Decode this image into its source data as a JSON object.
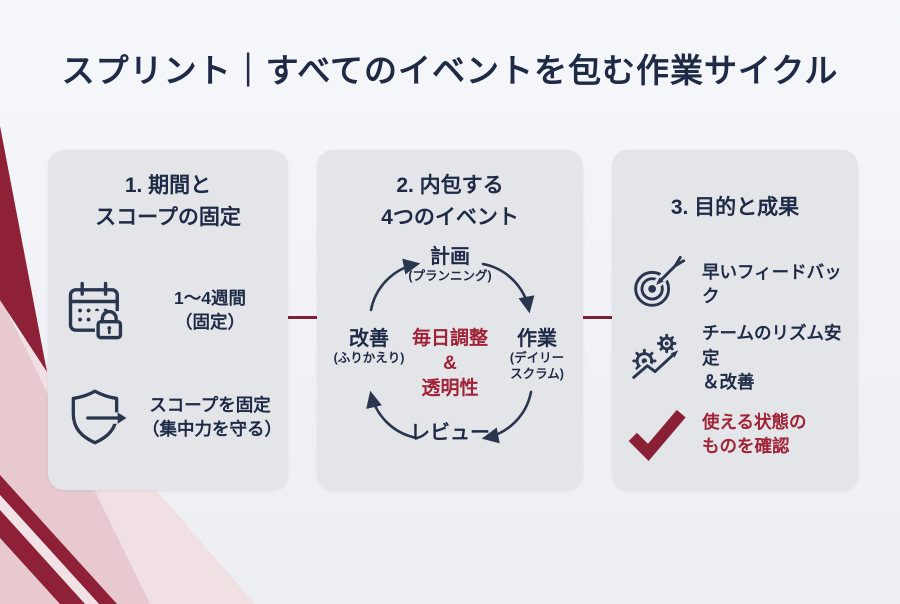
{
  "page": {
    "title": "スプリント｜すべてのイベントを包む作業サイクル"
  },
  "colors": {
    "navy_text": "#1E2A46",
    "maroon_decoration": "#8E2137",
    "accent_red": "#A02337",
    "panel_bg": "#E3E5E9",
    "page_bg": "#F2F4F7",
    "connector_red": "#7E2135"
  },
  "panels": [
    {
      "title_line1": "1. 期間と",
      "title_line2": "スコープの固定",
      "items": [
        {
          "icon": "calendar-lock-icon",
          "line1": "1～4週間",
          "line2": "（固定）"
        },
        {
          "icon": "shield-arrow-icon",
          "line1": "スコープを固定",
          "line2": "（集中力を守る）"
        }
      ]
    },
    {
      "title_line1": "2. 内包する",
      "title_line2": "4つのイベント",
      "cycle": {
        "top_label": "計画",
        "top_sub": "(プランニング)",
        "right_label": "作業",
        "right_sub1": "(デイリー",
        "right_sub2": "スクラム)",
        "bottom_label": "レビュー",
        "left_label": "改善",
        "left_sub": "(ふりかえり)",
        "center_line1": "毎日調整",
        "center_line2": "&",
        "center_line3": "透明性"
      }
    },
    {
      "title": "3. 目的と成果",
      "items": [
        {
          "icon": "target-arrow-icon",
          "line1": "早いフィードバック"
        },
        {
          "icon": "gears-growth-icon",
          "line1": "チームのリズム安定",
          "line2": "＆改善"
        },
        {
          "icon": "check-icon",
          "line1": "使える状態の",
          "line2": "ものを確認"
        }
      ]
    }
  ]
}
